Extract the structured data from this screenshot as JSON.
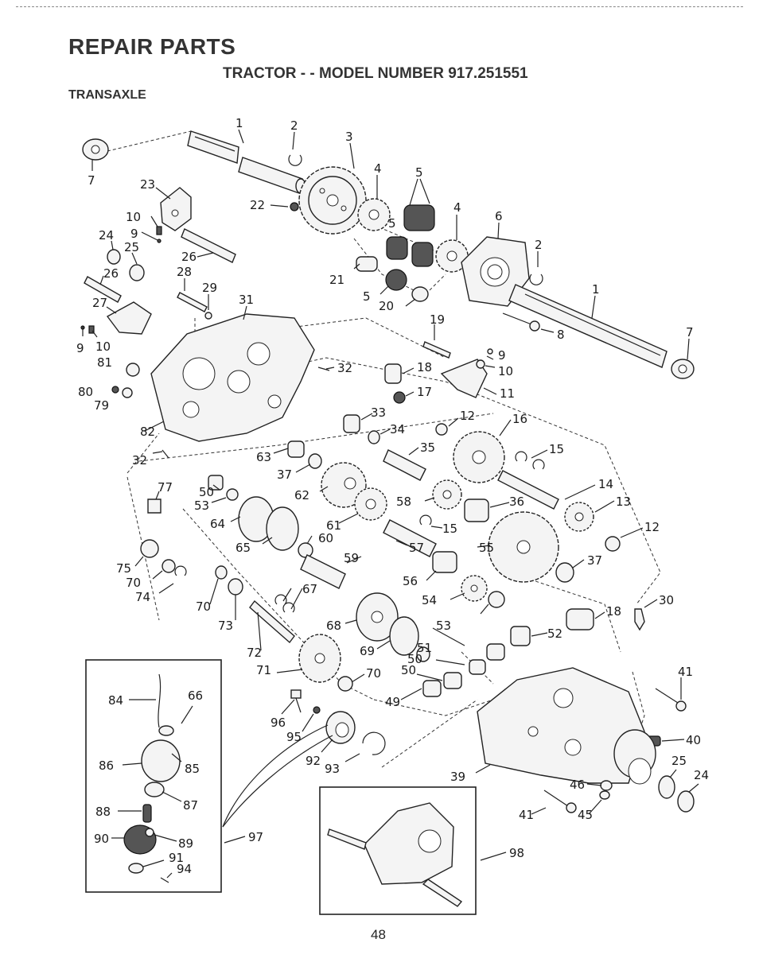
{
  "header": {
    "title": "REPAIR PARTS",
    "subtitle": "TRACTOR - - MODEL NUMBER 917.251551",
    "section": "TRANSAXLE"
  },
  "footer": {
    "page_number": "48"
  },
  "callouts": {
    "c1a": "1",
    "c1b": "1",
    "c2a": "2",
    "c2b": "2",
    "c3": "3",
    "c4a": "4",
    "c4b": "4",
    "c5a": "5",
    "c5b": "5",
    "c5c": "5",
    "c6": "6",
    "c7a": "7",
    "c7b": "7",
    "c8": "8",
    "c9a": "9",
    "c9b": "9",
    "c9c": "9",
    "c10a": "10",
    "c10b": "10",
    "c10c": "10",
    "c11": "11",
    "c12a": "12",
    "c12b": "12",
    "c13": "13",
    "c14": "14",
    "c15a": "15",
    "c15b": "15",
    "c16": "16",
    "c17": "17",
    "c18a": "18",
    "c18b": "18",
    "c19": "19",
    "c20": "20",
    "c21": "21",
    "c22": "22",
    "c23": "23",
    "c24a": "24",
    "c24b": "24",
    "c25a": "25",
    "c25b": "25",
    "c26a": "26",
    "c26b": "26",
    "c27": "27",
    "c28": "28",
    "c29": "29",
    "c30": "30",
    "c31": "31",
    "c32a": "32",
    "c32b": "32",
    "c33": "33",
    "c34": "34",
    "c35": "35",
    "c36": "36",
    "c37a": "37",
    "c37b": "37",
    "c39": "39",
    "c40": "40",
    "c41a": "41",
    "c41b": "41",
    "c45": "45",
    "c46": "46",
    "c49": "49",
    "c50a": "50",
    "c50b": "50",
    "c50c": "50",
    "c51": "51",
    "c52": "52",
    "c53a": "53",
    "c53b": "53",
    "c54": "54",
    "c55": "55",
    "c56": "56",
    "c57": "57",
    "c58": "58",
    "c59": "59",
    "c60": "60",
    "c61": "61",
    "c62": "62",
    "c63": "63",
    "c64": "64",
    "c65": "65",
    "c66": "66",
    "c67": "67",
    "c68": "68",
    "c69": "69",
    "c70a": "70",
    "c70b": "70",
    "c70c": "70",
    "c71": "71",
    "c72": "72",
    "c73": "73",
    "c74": "74",
    "c75": "75",
    "c77": "77",
    "c79": "79",
    "c80": "80",
    "c81": "81",
    "c82": "82",
    "c84": "84",
    "c85": "85",
    "c86": "86",
    "c87": "87",
    "c88": "88",
    "c89": "89",
    "c90": "90",
    "c91": "91",
    "c92": "92",
    "c93": "93",
    "c94": "94",
    "c95": "95",
    "c96": "96",
    "c97": "97",
    "c98": "98"
  }
}
